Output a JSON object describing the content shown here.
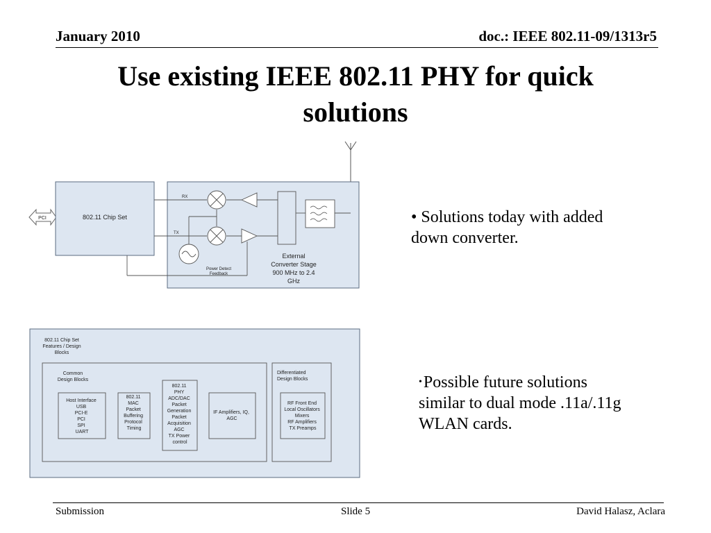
{
  "header": {
    "date": "January 2010",
    "doc": "doc.: IEEE 802.11-09/1313r5"
  },
  "title_line1": "Use existing IEEE 802.11 PHY for quick",
  "title_line2": "solutions",
  "diagram1": {
    "pci": "PCI",
    "chipset": "802.11 Chip Set",
    "rx": "RX",
    "tx": "TX",
    "power_detect_1": "Power Detect",
    "power_detect_2": "Feedback",
    "ext_1": "External",
    "ext_2": "Converter Stage",
    "ext_3": "900 MHz to 2.4",
    "ext_4": "GHz"
  },
  "diagram2": {
    "title_1": "802.11 Chip Set",
    "title_2": "Features / Design",
    "title_3": "Blocks",
    "common_1": "Common",
    "common_2": "Design Blocks",
    "diff_1": "Differentiated",
    "diff_2": "Design Blocks",
    "host": [
      "Host Interface",
      "USB",
      "PCI-E",
      "PCI",
      "SPI",
      "UART"
    ],
    "mac": [
      "802.11",
      "MAC",
      "Packet",
      "Buffering",
      "Protocol",
      "Timing"
    ],
    "phy": [
      "802.11",
      "PHY",
      "ADC/DAC",
      "Packet",
      "Generation",
      "Packet",
      "Acquisition",
      "AGC",
      "TX Power",
      "control"
    ],
    "ifamp": [
      "IF Amplifiers, IQ,",
      "AGC"
    ],
    "rf": [
      "RF Front End",
      "Local Oscillators",
      "Mixers",
      "RF Amplifiers",
      "TX Preamps"
    ]
  },
  "bullet1": {
    "marker": "•",
    "line1": "Solutions today with added",
    "line2": "down converter."
  },
  "bullet2": {
    "marker": "•",
    "line1": "Possible future solutions",
    "line2": "similar to dual mode .11a/.11g",
    "line3": "WLAN cards."
  },
  "footer": {
    "left": "Submission",
    "center": "Slide 5",
    "right": "David Halasz, Aclara"
  },
  "colors": {
    "box_fill": "#dde6f1",
    "box_stroke": "#5a6b80"
  }
}
